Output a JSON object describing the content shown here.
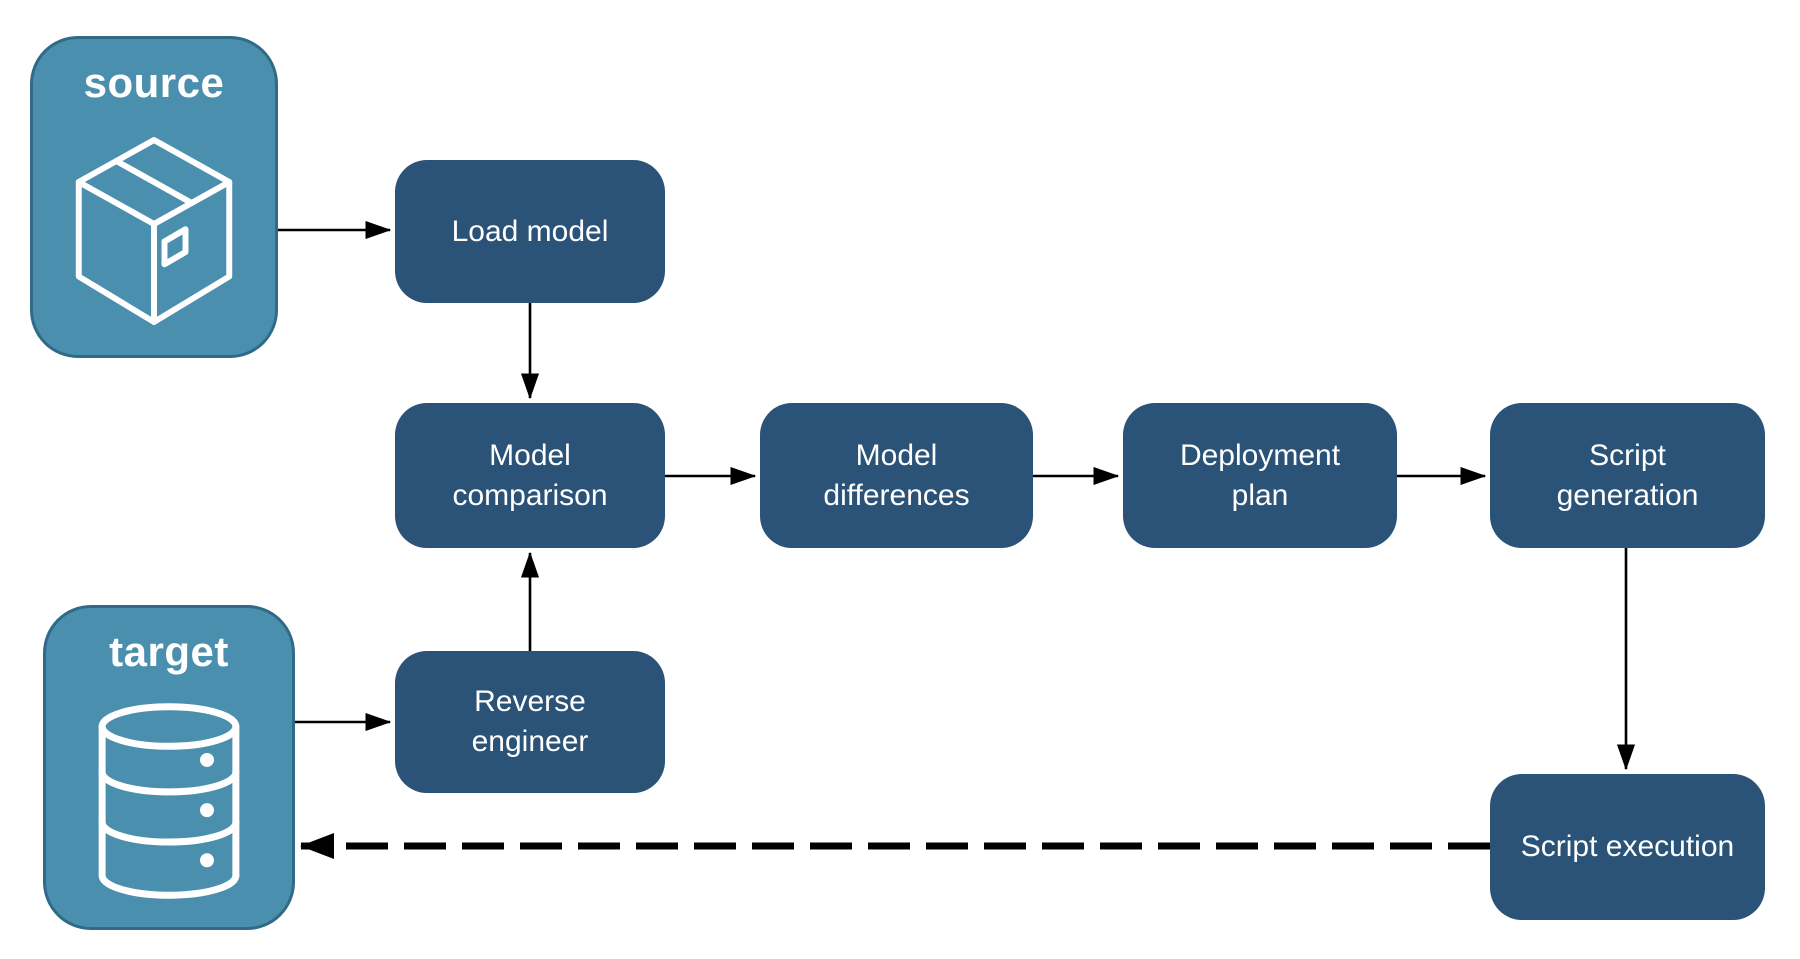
{
  "diagram": {
    "endpoints": {
      "source": {
        "label": "source",
        "icon": "package-icon"
      },
      "target": {
        "label": "target",
        "icon": "database-icon"
      }
    },
    "nodes": {
      "load_model": {
        "label": "Load model"
      },
      "model_comparison": {
        "label": "Model comparison"
      },
      "model_differences": {
        "label": "Model differences"
      },
      "deployment_plan": {
        "label": "Deployment plan"
      },
      "script_generation": {
        "label": "Script generation"
      },
      "reverse_engineer": {
        "label": "Reverse engineer"
      },
      "script_execution": {
        "label": "Script execution"
      }
    },
    "edges": [
      {
        "from": "source",
        "to": "load_model",
        "style": "solid"
      },
      {
        "from": "load_model",
        "to": "model_comparison",
        "style": "solid"
      },
      {
        "from": "target",
        "to": "reverse_engineer",
        "style": "solid"
      },
      {
        "from": "reverse_engineer",
        "to": "model_comparison",
        "style": "solid"
      },
      {
        "from": "model_comparison",
        "to": "model_differences",
        "style": "solid"
      },
      {
        "from": "model_differences",
        "to": "deployment_plan",
        "style": "solid"
      },
      {
        "from": "deployment_plan",
        "to": "script_generation",
        "style": "solid"
      },
      {
        "from": "script_generation",
        "to": "script_execution",
        "style": "solid"
      },
      {
        "from": "script_execution",
        "to": "target",
        "style": "dashed"
      }
    ],
    "colors": {
      "node_fill": "#2A5377",
      "endpoint_fill": "#4A8FAE",
      "endpoint_border": "#2F6B87",
      "arrow": "#000000",
      "label_text": "#FFFFFF"
    }
  }
}
